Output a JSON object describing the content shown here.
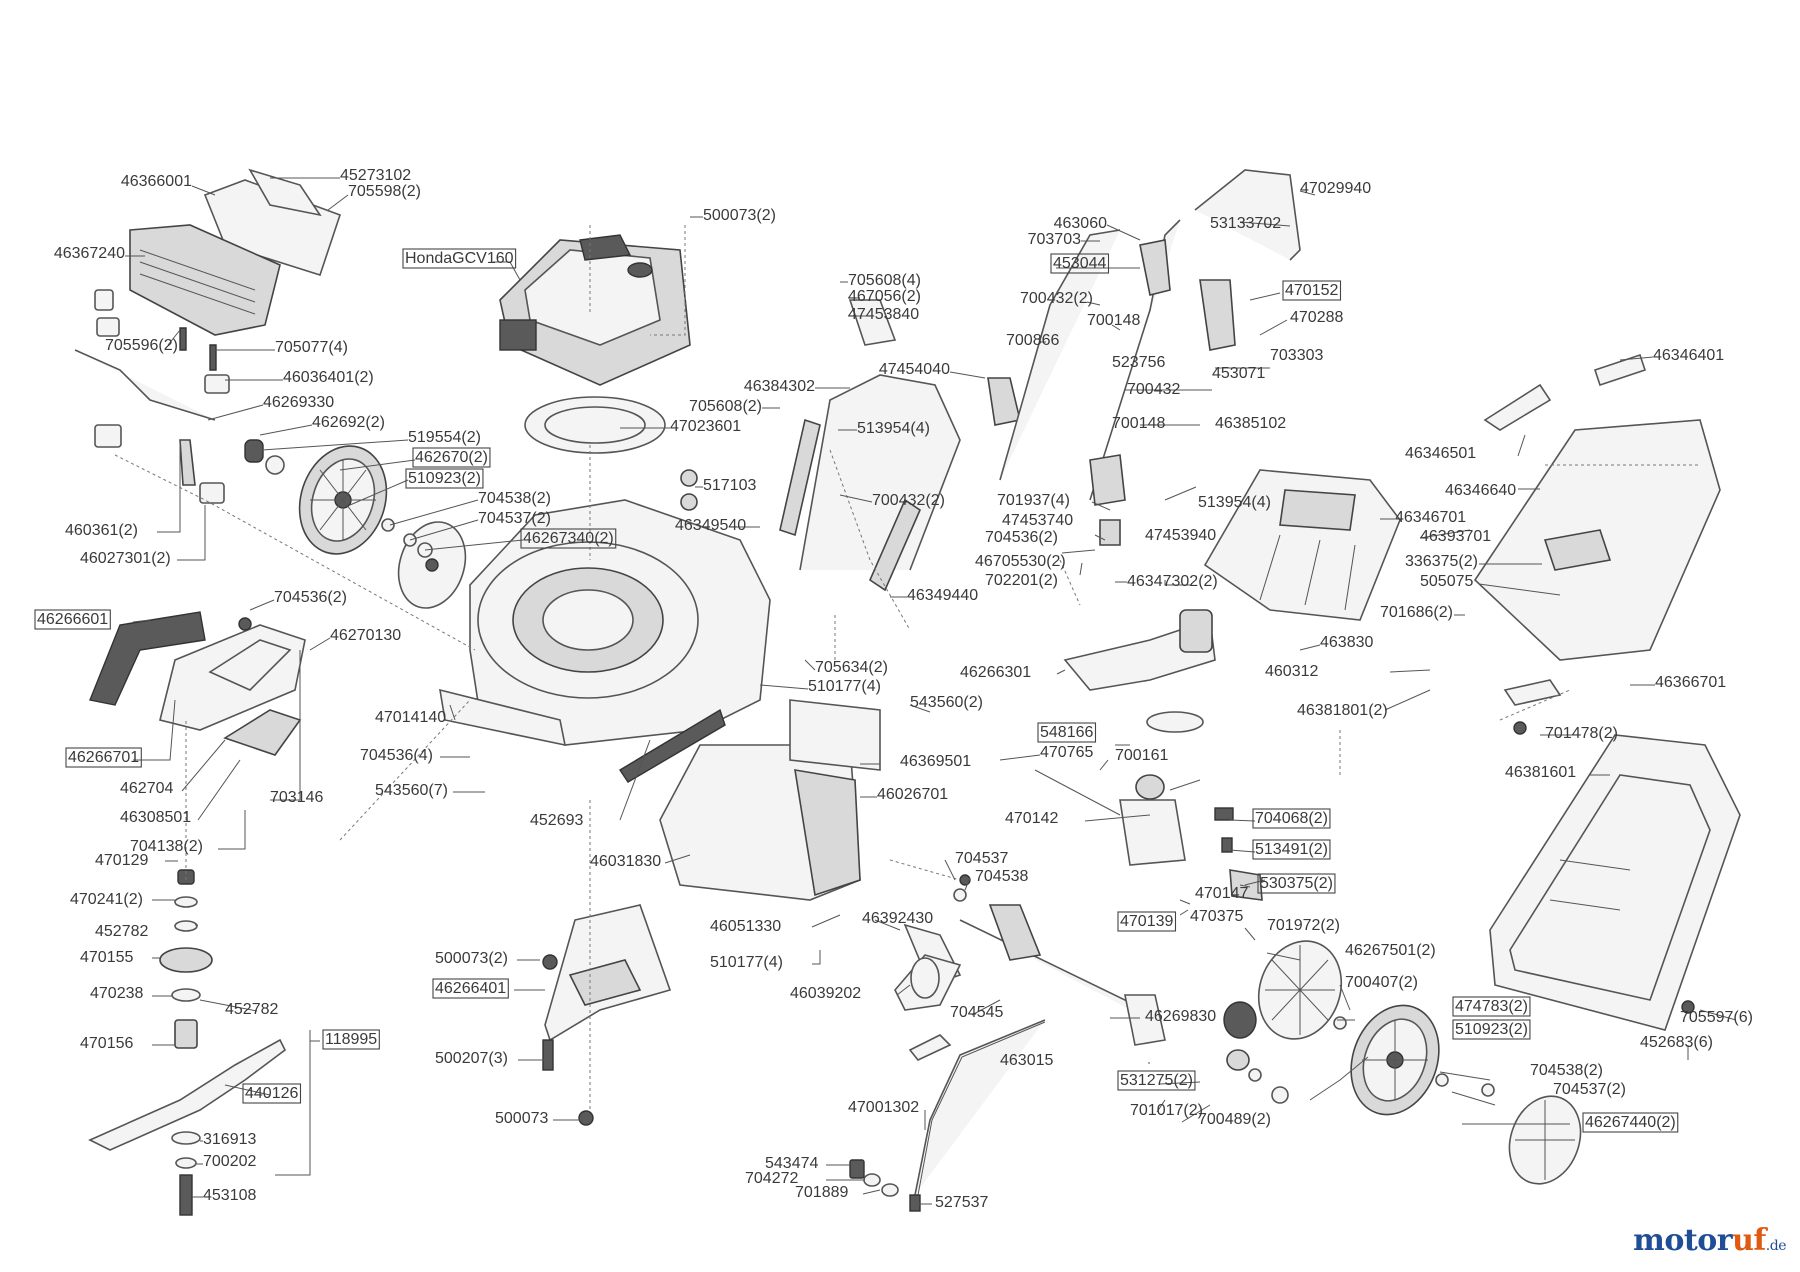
{
  "callouts": [
    {
      "id": "46366001",
      "text": "46366001",
      "boxed": false
    },
    {
      "id": "45273102",
      "text": "45273102",
      "boxed": false
    },
    {
      "id": "705598-2",
      "text": "705598(2)",
      "boxed": false
    },
    {
      "id": "46367240",
      "text": "46367240",
      "boxed": false
    },
    {
      "id": "705596-2",
      "text": "705596(2)",
      "boxed": false
    },
    {
      "id": "705077-4",
      "text": "705077(4)",
      "boxed": false
    },
    {
      "id": "46036401-2",
      "text": "46036401(2)",
      "boxed": false
    },
    {
      "id": "46269330",
      "text": "46269330",
      "boxed": false
    },
    {
      "id": "462692-2",
      "text": "462692(2)",
      "boxed": false
    },
    {
      "id": "519554-2",
      "text": "519554(2)",
      "boxed": false
    },
    {
      "id": "462670-2",
      "text": "462670(2)",
      "boxed": true
    },
    {
      "id": "510923-2-a",
      "text": "510923(2)",
      "boxed": true
    },
    {
      "id": "704538-2-a",
      "text": "704538(2)",
      "boxed": false
    },
    {
      "id": "704537-2-a",
      "text": "704537(2)",
      "boxed": false
    },
    {
      "id": "46267340-2",
      "text": "46267340(2)",
      "boxed": true
    },
    {
      "id": "460361-2",
      "text": "460361(2)",
      "boxed": false
    },
    {
      "id": "46027301-2",
      "text": "46027301(2)",
      "boxed": false
    },
    {
      "id": "HondaGCV160",
      "text": "HondaGCV160",
      "boxed": true
    },
    {
      "id": "500073-2-a",
      "text": "500073(2)",
      "boxed": false
    },
    {
      "id": "47023601",
      "text": "47023601",
      "boxed": false
    },
    {
      "id": "517103",
      "text": "517103",
      "boxed": false
    },
    {
      "id": "46349540",
      "text": "46349540",
      "boxed": false
    },
    {
      "id": "705608-4",
      "text": "705608(4)",
      "boxed": false
    },
    {
      "id": "467056-2",
      "text": "467056(2)",
      "boxed": false
    },
    {
      "id": "47453840",
      "text": "47453840",
      "boxed": false
    },
    {
      "id": "46384302",
      "text": "46384302",
      "boxed": false
    },
    {
      "id": "47454040",
      "text": "47454040",
      "boxed": false
    },
    {
      "id": "705608-2",
      "text": "705608(2)",
      "boxed": false
    },
    {
      "id": "513954-4-a",
      "text": "513954(4)",
      "boxed": false
    },
    {
      "id": "700432-2-a",
      "text": "700432(2)",
      "boxed": false
    },
    {
      "id": "46349440",
      "text": "46349440",
      "boxed": false
    },
    {
      "id": "463060",
      "text": "463060",
      "boxed": false
    },
    {
      "id": "703703",
      "text": "703703",
      "boxed": false
    },
    {
      "id": "453044",
      "text": "453044",
      "boxed": true
    },
    {
      "id": "700432-2-b",
      "text": "700432(2)",
      "boxed": false
    },
    {
      "id": "700148-a",
      "text": "700148",
      "boxed": false
    },
    {
      "id": "700866",
      "text": "700866",
      "boxed": false
    },
    {
      "id": "47029940",
      "text": "47029940",
      "boxed": false
    },
    {
      "id": "53133702",
      "text": "53133702",
      "boxed": false
    },
    {
      "id": "470152",
      "text": "470152",
      "boxed": true
    },
    {
      "id": "470288",
      "text": "470288",
      "boxed": false
    },
    {
      "id": "703303",
      "text": "703303",
      "boxed": false
    },
    {
      "id": "523756",
      "text": "523756",
      "boxed": false
    },
    {
      "id": "453071",
      "text": "453071",
      "boxed": false
    },
    {
      "id": "700432-c",
      "text": "700432",
      "boxed": false
    },
    {
      "id": "700148-b",
      "text": "700148",
      "boxed": false
    },
    {
      "id": "46385102",
      "text": "46385102",
      "boxed": false
    },
    {
      "id": "701937-4",
      "text": "701937(4)",
      "boxed": false
    },
    {
      "id": "47453740",
      "text": "47453740",
      "boxed": false
    },
    {
      "id": "513954-4-b",
      "text": "513954(4)",
      "boxed": false
    },
    {
      "id": "704536-2-a",
      "text": "704536(2)",
      "boxed": false
    },
    {
      "id": "47453940",
      "text": "47453940",
      "boxed": false
    },
    {
      "id": "46705530-2",
      "text": "46705530(2)",
      "boxed": false
    },
    {
      "id": "702201-2",
      "text": "702201(2)",
      "boxed": false
    },
    {
      "id": "46347302-2",
      "text": "46347302(2)",
      "boxed": false
    },
    {
      "id": "46346401",
      "text": "46346401",
      "boxed": false
    },
    {
      "id": "46346501",
      "text": "46346501",
      "boxed": false
    },
    {
      "id": "46346640",
      "text": "46346640",
      "boxed": false
    },
    {
      "id": "46346701",
      "text": "46346701",
      "boxed": false
    },
    {
      "id": "46393701",
      "text": "46393701",
      "boxed": false
    },
    {
      "id": "336375-2",
      "text": "336375(2)",
      "boxed": false
    },
    {
      "id": "505075",
      "text": "505075",
      "boxed": false
    },
    {
      "id": "701686-2",
      "text": "701686(2)",
      "boxed": false
    },
    {
      "id": "463830",
      "text": "463830",
      "boxed": false
    },
    {
      "id": "460312",
      "text": "460312",
      "boxed": false
    },
    {
      "id": "46381801-2",
      "text": "46381801(2)",
      "boxed": false
    },
    {
      "id": "46366701",
      "text": "46366701",
      "boxed": false
    },
    {
      "id": "701478-2",
      "text": "701478(2)",
      "boxed": false
    },
    {
      "id": "46381601",
      "text": "46381601",
      "boxed": false
    },
    {
      "id": "46266601",
      "text": "46266601",
      "boxed": true
    },
    {
      "id": "704536-2-b",
      "text": "704536(2)",
      "boxed": false
    },
    {
      "id": "46270130",
      "text": "46270130",
      "boxed": false
    },
    {
      "id": "46266701",
      "text": "46266701",
      "boxed": true
    },
    {
      "id": "462704",
      "text": "462704",
      "boxed": false
    },
    {
      "id": "46308501",
      "text": "46308501",
      "boxed": false
    },
    {
      "id": "703146",
      "text": "703146",
      "boxed": false
    },
    {
      "id": "704138-2",
      "text": "704138(2)",
      "boxed": false
    },
    {
      "id": "47014140",
      "text": "47014140",
      "boxed": false
    },
    {
      "id": "704536-4",
      "text": "704536(4)",
      "boxed": false
    },
    {
      "id": "543560-7",
      "text": "543560(7)",
      "boxed": false
    },
    {
      "id": "705634-2",
      "text": "705634(2)",
      "boxed": false
    },
    {
      "id": "510177-4-a",
      "text": "510177(4)",
      "boxed": false
    },
    {
      "id": "543560-2",
      "text": "543560(2)",
      "boxed": false
    },
    {
      "id": "46266301",
      "text": "46266301",
      "boxed": false
    },
    {
      "id": "46369501",
      "text": "46369501",
      "boxed": false
    },
    {
      "id": "46026701",
      "text": "46026701",
      "boxed": false
    },
    {
      "id": "452693",
      "text": "452693",
      "boxed": false
    },
    {
      "id": "548166",
      "text": "548166",
      "boxed": true
    },
    {
      "id": "470765",
      "text": "470765",
      "boxed": false
    },
    {
      "id": "700161",
      "text": "700161",
      "boxed": false
    },
    {
      "id": "470142",
      "text": "470142",
      "boxed": false
    },
    {
      "id": "704068-2",
      "text": "704068(2)",
      "boxed": true
    },
    {
      "id": "513491-2",
      "text": "513491(2)",
      "boxed": true
    },
    {
      "id": "470129",
      "text": "470129",
      "boxed": false
    },
    {
      "id": "470241-2",
      "text": "470241(2)",
      "boxed": false
    },
    {
      "id": "452782-a",
      "text": "452782",
      "boxed": false
    },
    {
      "id": "470155",
      "text": "470155",
      "boxed": false
    },
    {
      "id": "470238",
      "text": "470238",
      "boxed": false
    },
    {
      "id": "452782-b",
      "text": "452782",
      "boxed": false
    },
    {
      "id": "470156",
      "text": "470156",
      "boxed": false
    },
    {
      "id": "118995",
      "text": "118995",
      "boxed": true
    },
    {
      "id": "440126",
      "text": "440126",
      "boxed": true
    },
    {
      "id": "316913",
      "text": "316913",
      "boxed": false
    },
    {
      "id": "700202",
      "text": "700202",
      "boxed": false
    },
    {
      "id": "453108",
      "text": "453108",
      "boxed": false
    },
    {
      "id": "46031830",
      "text": "46031830",
      "boxed": false
    },
    {
      "id": "704537-a",
      "text": "704537",
      "boxed": false
    },
    {
      "id": "704538-a",
      "text": "704538",
      "boxed": false
    },
    {
      "id": "46051330",
      "text": "46051330",
      "boxed": false
    },
    {
      "id": "46392430",
      "text": "46392430",
      "boxed": false
    },
    {
      "id": "510177-4-b",
      "text": "510177(4)",
      "boxed": false
    },
    {
      "id": "530375-2",
      "text": "530375(2)",
      "boxed": true
    },
    {
      "id": "470147",
      "text": "470147",
      "boxed": false
    },
    {
      "id": "470139",
      "text": "470139",
      "boxed": true
    },
    {
      "id": "470375",
      "text": "470375",
      "boxed": false
    },
    {
      "id": "500073-2-b",
      "text": "500073(2)",
      "boxed": false
    },
    {
      "id": "46266401",
      "text": "46266401",
      "boxed": true
    },
    {
      "id": "500207-3",
      "text": "500207(3)",
      "boxed": false
    },
    {
      "id": "500073-b",
      "text": "500073",
      "boxed": false
    },
    {
      "id": "46039202",
      "text": "46039202",
      "boxed": false
    },
    {
      "id": "704545",
      "text": "704545",
      "boxed": false
    },
    {
      "id": "701972-2",
      "text": "701972(2)",
      "boxed": false
    },
    {
      "id": "46267501-2",
      "text": "46267501(2)",
      "boxed": false
    },
    {
      "id": "46269830",
      "text": "46269830",
      "boxed": false
    },
    {
      "id": "700407-2",
      "text": "700407(2)",
      "boxed": false
    },
    {
      "id": "474783-2",
      "text": "474783(2)",
      "boxed": true
    },
    {
      "id": "510923-2-b",
      "text": "510923(2)",
      "boxed": true
    },
    {
      "id": "705597-6",
      "text": "705597(6)",
      "boxed": false
    },
    {
      "id": "452683-6",
      "text": "452683(6)",
      "boxed": false
    },
    {
      "id": "463015",
      "text": "463015",
      "boxed": false
    },
    {
      "id": "531275-2",
      "text": "531275(2)",
      "boxed": true
    },
    {
      "id": "704538-2-b",
      "text": "704538(2)",
      "boxed": false
    },
    {
      "id": "704537-2-b",
      "text": "704537(2)",
      "boxed": false
    },
    {
      "id": "701017-2",
      "text": "701017(2)",
      "boxed": false
    },
    {
      "id": "700489-2",
      "text": "700489(2)",
      "boxed": false
    },
    {
      "id": "46267440-2",
      "text": "46267440(2)",
      "boxed": true
    },
    {
      "id": "47001302",
      "text": "47001302",
      "boxed": false
    },
    {
      "id": "543474",
      "text": "543474",
      "boxed": false
    },
    {
      "id": "704272",
      "text": "704272",
      "boxed": false
    },
    {
      "id": "701889",
      "text": "701889",
      "boxed": false
    },
    {
      "id": "527537",
      "text": "527537",
      "boxed": false
    }
  ],
  "logo": {
    "main": "motor",
    "accent": "uf",
    "suffix": ".de"
  },
  "colors": {
    "line": "#555555",
    "text": "#3a3a3a",
    "logo_blue": "#1f4e96",
    "logo_orange": "#e05a12"
  }
}
